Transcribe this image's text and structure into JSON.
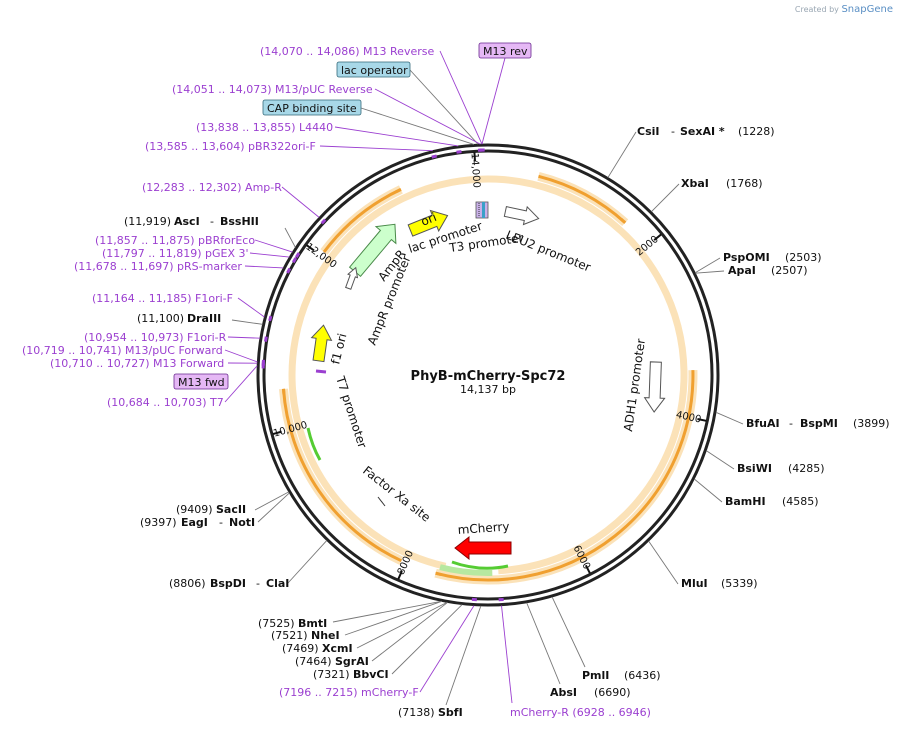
{
  "credit": {
    "prefix": "Created by",
    "brand": "SnapGene"
  },
  "plasmid": {
    "name": "PhyB-mCherry-Spc72",
    "size_label": "14,137 bp",
    "length": 14137
  },
  "ticks": [
    {
      "pos": 2000,
      "label": "2000"
    },
    {
      "pos": 4000,
      "label": "4000"
    },
    {
      "pos": 6000,
      "label": "6000"
    },
    {
      "pos": 8000,
      "label": "8000"
    },
    {
      "pos": 10000,
      "label": "10,000"
    },
    {
      "pos": 12000,
      "label": "12,000"
    },
    {
      "pos": 14000,
      "label": "14,000"
    }
  ],
  "sites_right": [
    {
      "pos": 1228,
      "name": "CsiI",
      "name2": "SexAI *",
      "coord": "(1228)"
    },
    {
      "pos": 1768,
      "name": "XbaI",
      "name2": "",
      "coord": "(1768)"
    },
    {
      "pos": 2503,
      "name": "PspOMI",
      "name2": "",
      "coord": "(2503)"
    },
    {
      "pos": 2507,
      "name": "ApaI",
      "name2": "",
      "coord": "(2507)"
    },
    {
      "pos": 3899,
      "name": "BfuAI",
      "name2": "BspMI",
      "coord": "(3899)"
    },
    {
      "pos": 4285,
      "name": "BsiWI",
      "name2": "",
      "coord": "(4285)"
    },
    {
      "pos": 4585,
      "name": "BamHI",
      "name2": "",
      "coord": "(4585)"
    },
    {
      "pos": 5339,
      "name": "MluI",
      "name2": "",
      "coord": "(5339)"
    },
    {
      "pos": 6436,
      "name": "PmlI",
      "name2": "",
      "coord": "(6436)"
    },
    {
      "pos": 6690,
      "name": "AbsI",
      "name2": "",
      "coord": "(6690)"
    }
  ],
  "sites_left": [
    {
      "pos": 11919,
      "name": "AscI",
      "name2": "BssHII",
      "coord": "(11,919)"
    },
    {
      "pos": 11100,
      "name": "DraIII",
      "name2": "",
      "coord": "(11,100)"
    },
    {
      "pos": 9409,
      "name": "SacII",
      "name2": "",
      "coord": "(9409)"
    },
    {
      "pos": 9397,
      "name": "EagI",
      "name2": "NotI",
      "coord": "(9397)"
    },
    {
      "pos": 8806,
      "name": "BspDI",
      "name2": "ClaI",
      "coord": "(8806)"
    },
    {
      "pos": 7525,
      "name": "BmtI",
      "name2": "",
      "coord": "(7525)"
    },
    {
      "pos": 7521,
      "name": "NheI",
      "name2": "",
      "coord": "(7521)"
    },
    {
      "pos": 7469,
      "name": "XcmI",
      "name2": "",
      "coord": "(7469)"
    },
    {
      "pos": 7464,
      "name": "SgrAI",
      "name2": "",
      "coord": "(7464)"
    },
    {
      "pos": 7321,
      "name": "BbvCI",
      "name2": "",
      "coord": "(7321)"
    },
    {
      "pos": 7138,
      "name": "SbfI",
      "name2": "",
      "coord": "(7138)"
    }
  ],
  "primers": [
    {
      "pos": 14078,
      "text": "(14,070 .. 14,086)  M13 Reverse"
    },
    {
      "pos": 14062,
      "text": "(14,051 .. 14,073)  M13/pUC Reverse"
    },
    {
      "pos": 13846,
      "text": "(13,838 .. 13,855)  L4440"
    },
    {
      "pos": 13594,
      "text": "(13,585 .. 13,604)  pBR322ori-F"
    },
    {
      "pos": 12292,
      "text": "(12,283 .. 12,302)  Amp-R"
    },
    {
      "pos": 11866,
      "text": "(11,857 .. 11,875)  pBRforEco"
    },
    {
      "pos": 11808,
      "text": "(11,797 .. 11,819)  pGEX 3'"
    },
    {
      "pos": 11687,
      "text": "(11,678 .. 11,697)  pRS-marker"
    },
    {
      "pos": 11174,
      "text": "(11,164 .. 11,185)  F1ori-F"
    },
    {
      "pos": 10963,
      "text": "(10,954 .. 10,973)  F1ori-R"
    },
    {
      "pos": 10730,
      "text": "(10,719 .. 10,741)  M13/pUC Forward"
    },
    {
      "pos": 10718,
      "text": "(10,710 .. 10,727)  M13 Forward"
    },
    {
      "pos": 10693,
      "text": "(10,684 .. 10,703)  T7"
    },
    {
      "pos": 7205,
      "text": "(7196 .. 7215)  mCherry-F"
    },
    {
      "pos": 6937,
      "text": "mCherry-R   (6928 .. 6946)"
    }
  ],
  "boxed_labels": [
    {
      "pos": 14078,
      "text": "M13 rev",
      "kind": "primer"
    },
    {
      "pos": 14040,
      "text": "lac operator",
      "kind": "feature"
    },
    {
      "pos": 14000,
      "text": "CAP binding site",
      "kind": "feature"
    },
    {
      "pos": 10718,
      "text": "M13 fwd",
      "kind": "primer"
    }
  ],
  "features": [
    {
      "name": "ori",
      "start": 13000,
      "end": 13600
    },
    {
      "name": "lac promoter",
      "start": 13900,
      "end": 13930
    },
    {
      "name": "T3 promoter",
      "start": 13960,
      "end": 13980
    },
    {
      "name": "LEU2 promoter",
      "start": 150,
      "end": 560
    },
    {
      "name": "ADH1 promoter",
      "start": 3300,
      "end": 3700
    },
    {
      "name": "mCherry",
      "start": 6950,
      "end": 7650
    },
    {
      "name": "Factor Xa site",
      "start": 7900,
      "end": 7920
    },
    {
      "name": "T7 promoter",
      "start": 10700,
      "end": 10720
    },
    {
      "name": "f1 ori",
      "start": 10800,
      "end": 11250
    },
    {
      "name": "AmpR promoter",
      "start": 12000,
      "end": 12100
    },
    {
      "name": "AmpR",
      "start": 12150,
      "end": 12990
    }
  ],
  "colors": {
    "orf": "#f0a030",
    "ori": "#ffff00",
    "ampr": "#ccffcc",
    "mcherry": "#ff0000",
    "green_ext": "#55cc33",
    "primer": "#9b3fd0",
    "box_feature": "#a8d8e8",
    "box_primer": "#e5b8f5"
  }
}
